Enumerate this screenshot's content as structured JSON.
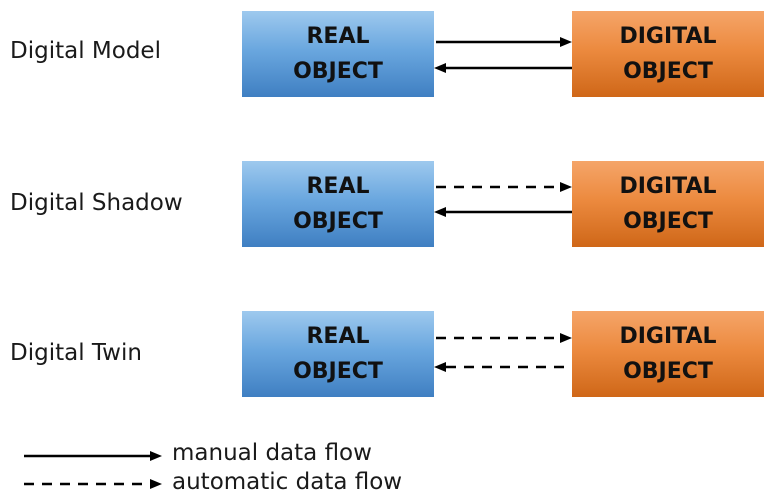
{
  "rows": [
    {
      "label": "Digital Model",
      "real_object": [
        "REAL",
        "OBJECT"
      ],
      "digital_object": [
        "DIGITAL",
        "OBJECT"
      ],
      "flow_to_digital": "manual",
      "flow_to_real": "manual"
    },
    {
      "label": "Digital Shadow",
      "real_object": [
        "REAL",
        "OBJECT"
      ],
      "digital_object": [
        "DIGITAL",
        "OBJECT"
      ],
      "flow_to_digital": "automatic",
      "flow_to_real": "manual"
    },
    {
      "label": "Digital Twin",
      "real_object": [
        "REAL",
        "OBJECT"
      ],
      "digital_object": [
        "DIGITAL",
        "OBJECT"
      ],
      "flow_to_digital": "automatic",
      "flow_to_real": "automatic"
    }
  ],
  "legend": {
    "manual": "manual data flow",
    "automatic": "automatic data flow"
  },
  "colors": {
    "real_object": "#5b9bd5",
    "digital_object": "#ed7d31",
    "arrow": "#000000"
  }
}
